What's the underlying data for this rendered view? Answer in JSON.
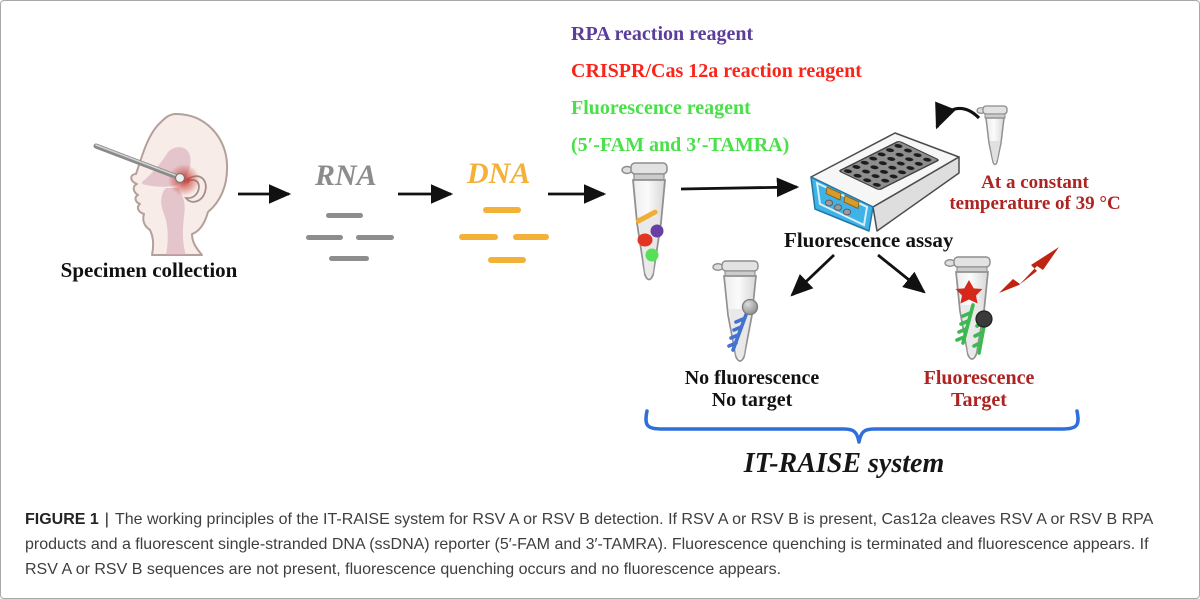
{
  "reagents": {
    "items": [
      {
        "label": "RPA reaction reagent",
        "color": "#5b3d9b"
      },
      {
        "label": "CRISPR/Cas 12a reaction reagent",
        "color": "#fb241b"
      },
      {
        "label": "Fluorescence reagent",
        "color": "#49e049"
      },
      {
        "label": "(5′-FAM and 3′-TAMRA)",
        "color": "#49e049"
      }
    ]
  },
  "workflow": {
    "specimen_label": "Specimen collection",
    "rna_label": "RNA",
    "dna_label": "DNA",
    "assay_label": "Fluorescence assay",
    "temperature_note": {
      "line1": "At a constant",
      "line2": "temperature of 39 °C"
    }
  },
  "outcomes": {
    "negative": {
      "line1": "No fluorescence",
      "line2": "No target"
    },
    "positive": {
      "line1": "Fluorescence",
      "line2": "Target"
    }
  },
  "system_label": "IT-RAISE system",
  "caption": {
    "tag": "FIGURE 1",
    "separator": "|",
    "body": "The working principles of the IT-RAISE system for RSV A or RSV B detection. If RSV A or RSV B is present, Cas12a cleaves RSV A or RSV B RPA products and a fluorescent single-stranded DNA (ssDNA) reporter (5′-FAM and 3′-TAMRA). Fluorescence quenching is terminated and fluorescence appears. If RSV A or RSV B sequences are not present, fluorescence quenching occurs and no fluorescence appears."
  },
  "colors": {
    "rpa_purple": "#5b3d9b",
    "crispr_red": "#fb241b",
    "fluorescence_green": "#49e049",
    "dark_red_text": "#ad2422",
    "rna_gray": "#8c8c8c",
    "dna_orange": "#f4b138",
    "brace_blue": "#2f6fdb",
    "device_panel_blue": "#3fb2e8",
    "lightning_red": "#bf2413"
  }
}
